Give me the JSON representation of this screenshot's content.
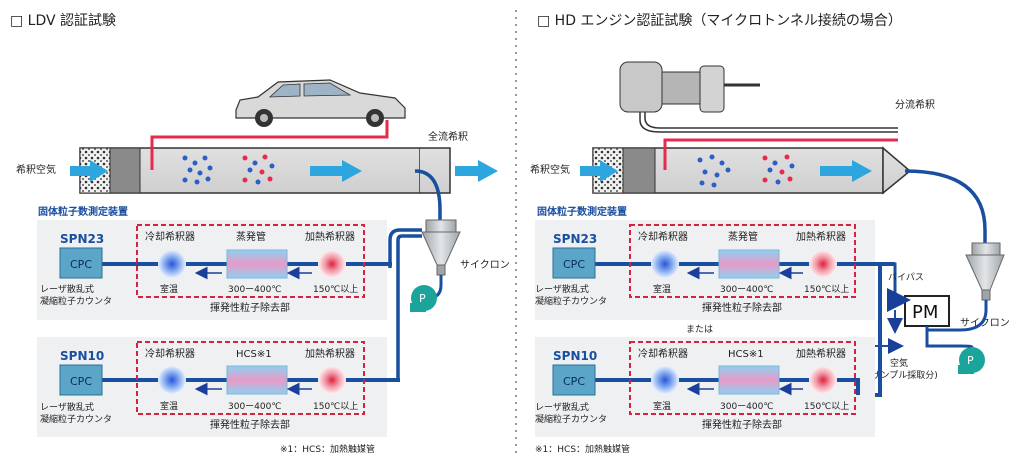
{
  "left": {
    "title": "□ LDV 認証試験",
    "dilution_air": "希釈空気",
    "full_dilution": "全流希釈",
    "cyclone": "サイクロン",
    "pump": "P",
    "solid_counter": "固体粒子数測定装置",
    "spn23": {
      "name": "SPN23",
      "cpc": "CPC"
    },
    "spn10": {
      "name": "SPN10",
      "cpc": "CPC"
    },
    "cpc_desc1": "レーザ散乱式",
    "cpc_desc2": "凝縮粒子カウンタ",
    "cooler": "冷却希釈器",
    "evaporator": "蒸発管",
    "hcs": "HCS※1",
    "heater": "加熱希釈器",
    "room_temp": "室温",
    "evap_temp": "300ー400℃",
    "heater_temp": "150℃以上",
    "vpr": "揮発性粒子除去部",
    "footnote": "※1：HCS：加熱触媒管"
  },
  "right": {
    "title": "□ HD エンジン認証試験（マイクロトンネル接続の場合）",
    "partial_dilution": "分流希釈",
    "dilution_air": "希釈空気",
    "cyclone": "サイクロン",
    "pump": "P",
    "pm": "PM",
    "bypass": "バイパス",
    "air": "空気",
    "air_note": "(サンプル採取分)",
    "or": "または",
    "solid_counter": "固体粒子数測定装置",
    "spn23": {
      "name": "SPN23",
      "cpc": "CPC"
    },
    "spn10": {
      "name": "SPN10",
      "cpc": "CPC"
    },
    "cpc_desc1": "レーザ散乱式",
    "cpc_desc2": "凝縮粒子カウンタ",
    "cooler": "冷却希釈器",
    "evaporator": "蒸発管",
    "hcs": "HCS※1",
    "heater": "加熱希釈器",
    "room_temp": "室温",
    "evap_temp": "300ー400℃",
    "heater_temp": "150℃以上",
    "vpr": "揮発性粒子除去部",
    "footnote": "※1：HCS：加熱触媒管"
  },
  "colors": {
    "pipe_blue": "#1a4fa0",
    "exhaust_red": "#e52a4e",
    "flow_cyan": "#2da6e0",
    "pump_teal": "#1ba59a",
    "vpr_border_red": "#d7223f"
  }
}
